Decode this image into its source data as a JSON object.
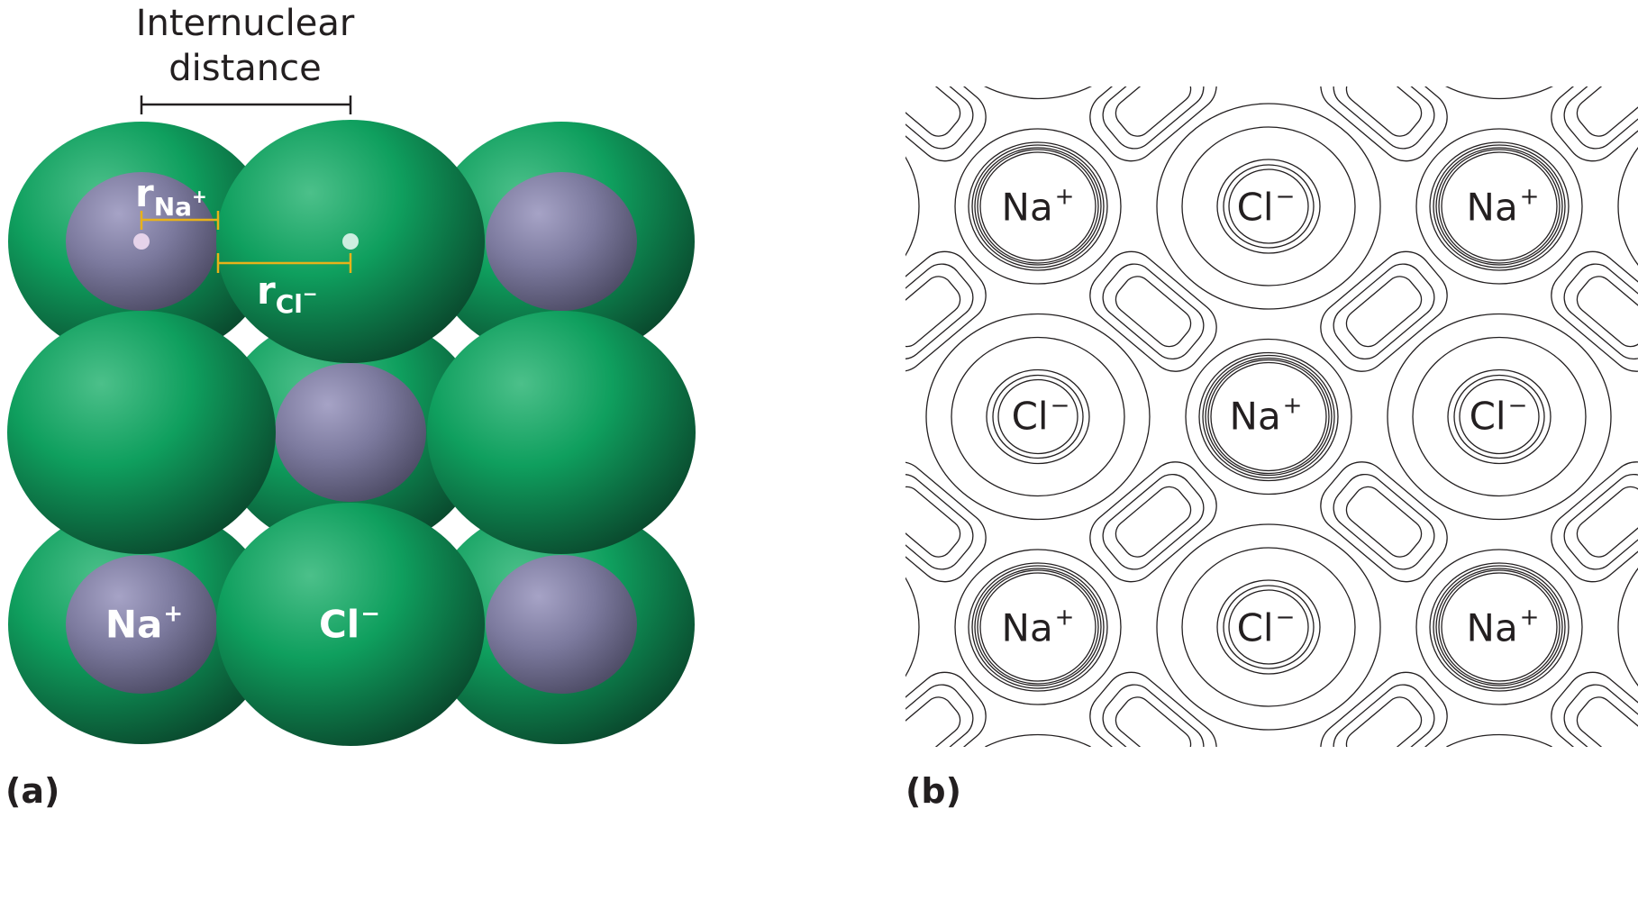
{
  "panel_a": {
    "label": "(a)",
    "title_line1": "Internuclear",
    "title_line2": "distance",
    "r_na": {
      "r": "r",
      "ion": "Na",
      "charge": "+"
    },
    "r_cl": {
      "r": "r",
      "ion": "Cl",
      "charge": "−"
    },
    "na_label": {
      "ion": "Na",
      "charge": "+"
    },
    "cl_label": {
      "ion": "Cl",
      "charge": "−"
    },
    "colors": {
      "chloride": "#0f9a5a",
      "sodium": "#7f7ca0",
      "bracket": "#e8b21a"
    }
  },
  "panel_b": {
    "label": "(b)",
    "ions": [
      {
        "ion": "Na",
        "charge": "+"
      },
      {
        "ion": "Cl",
        "charge": "−"
      },
      {
        "ion": "Na",
        "charge": "+"
      },
      {
        "ion": "Cl",
        "charge": "−"
      },
      {
        "ion": "Na",
        "charge": "+"
      },
      {
        "ion": "Cl",
        "charge": "−"
      },
      {
        "ion": "Na",
        "charge": "+"
      },
      {
        "ion": "Cl",
        "charge": "−"
      },
      {
        "ion": "Na",
        "charge": "+"
      }
    ]
  }
}
